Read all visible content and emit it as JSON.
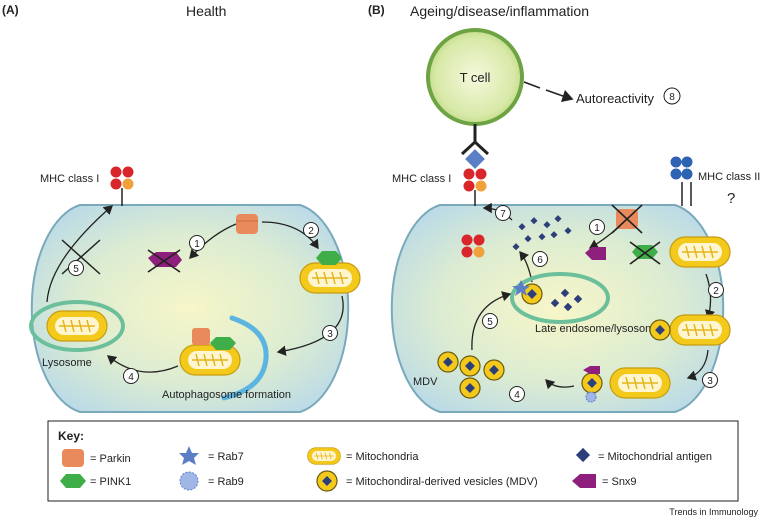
{
  "panels": {
    "a": {
      "label": "(A)",
      "title": "Health"
    },
    "b": {
      "label": "(B)",
      "title": "Ageing/disease/inflammation"
    }
  },
  "labels": {
    "t_cell": "T cell",
    "autoreactivity": "Autoreactivity",
    "mhc_class_i": "MHC class I",
    "mhc_class_ii": "MHC class II",
    "question": "?",
    "lysosome": "Lysosome",
    "autophagosome_formation": "Autophagosome formation",
    "late_endosome": "Late endosome/lysosome",
    "mdv": "MDV"
  },
  "steps": {
    "a": [
      "1",
      "2",
      "3",
      "4",
      "5"
    ],
    "b": [
      "1",
      "2",
      "3",
      "4",
      "5",
      "6",
      "7",
      "8"
    ]
  },
  "key": {
    "title": "Key:",
    "items": [
      {
        "label": "= Parkin",
        "icon": "parkin-icon"
      },
      {
        "label": "= PINK1",
        "icon": "pink1-icon"
      },
      {
        "label": "= Rab7",
        "icon": "rab7-icon"
      },
      {
        "label": "= Rab9",
        "icon": "rab9-icon"
      },
      {
        "label": "= Mitochondria",
        "icon": "mitochondria-icon"
      },
      {
        "label": "= Mitochondiral-derived vesicles (MDV)",
        "icon": "mdv-icon"
      },
      {
        "label": "= Mitochondrial antigen",
        "icon": "antigen-icon"
      },
      {
        "label": "= Snx9",
        "icon": "snx9-icon"
      }
    ]
  },
  "journal": "Trends in Immunology",
  "colors": {
    "cell_fill": "#cfe6ee",
    "cell_stroke": "#7aa9bc",
    "mito_fill": "#f3c91c",
    "parkin": "#e98a5c",
    "pink1": "#3fae49",
    "rab7": "#5b7fc6",
    "rab9": "#9fb6e6",
    "snx9": "#8e1f7d",
    "antigen": "#2d3f7a",
    "mhc_red": "#d9262b",
    "mhc_orange": "#f0a13a",
    "mhc_blue": "#2e63b3",
    "lysosome": "#6bbf9a",
    "autophagosome": "#5bb5e0",
    "tcell_fill": "#b5d77a",
    "tcell_stroke": "#6da342"
  }
}
